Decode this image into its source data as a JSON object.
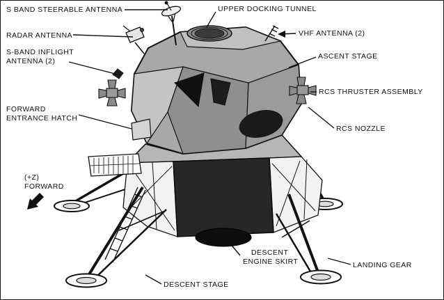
{
  "diagram": {
    "type": "labeled-technical-diagram",
    "subject": "Lunar Module labeled line drawing",
    "labels": {
      "s_band_steerable": "S BAND STEERABLE ANTENNA",
      "upper_docking_tunnel": "UPPER DOCKING TUNNEL",
      "vhf_antenna": "VHF ANTENNA (2)",
      "radar_antenna": "RADAR ANTENNA",
      "s_band_inflight_1": "S-BAND INFLIGHT",
      "s_band_inflight_2": "ANTENNA (2)",
      "ascent_stage": "ASCENT STAGE",
      "rcs_thruster_assembly": "RCS THRUSTER ASSEMBLY",
      "rcs_nozzle": "RCS NOZZLE",
      "forward_hatch_1": "FORWARD",
      "forward_hatch_2": "ENTRANCE HATCH",
      "plus_z_1": "(+Z)",
      "plus_z_2": "FORWARD",
      "descent_engine_1": "DESCENT",
      "descent_engine_2": "ENGINE SKIRT",
      "landing_gear": "LANDING GEAR",
      "descent_stage": "DESCENT STAGE"
    },
    "colors": {
      "background": "#ffffff",
      "line": "#111111",
      "ascent_gray": "#a8a8a8",
      "dark_panel": "#262626"
    }
  }
}
